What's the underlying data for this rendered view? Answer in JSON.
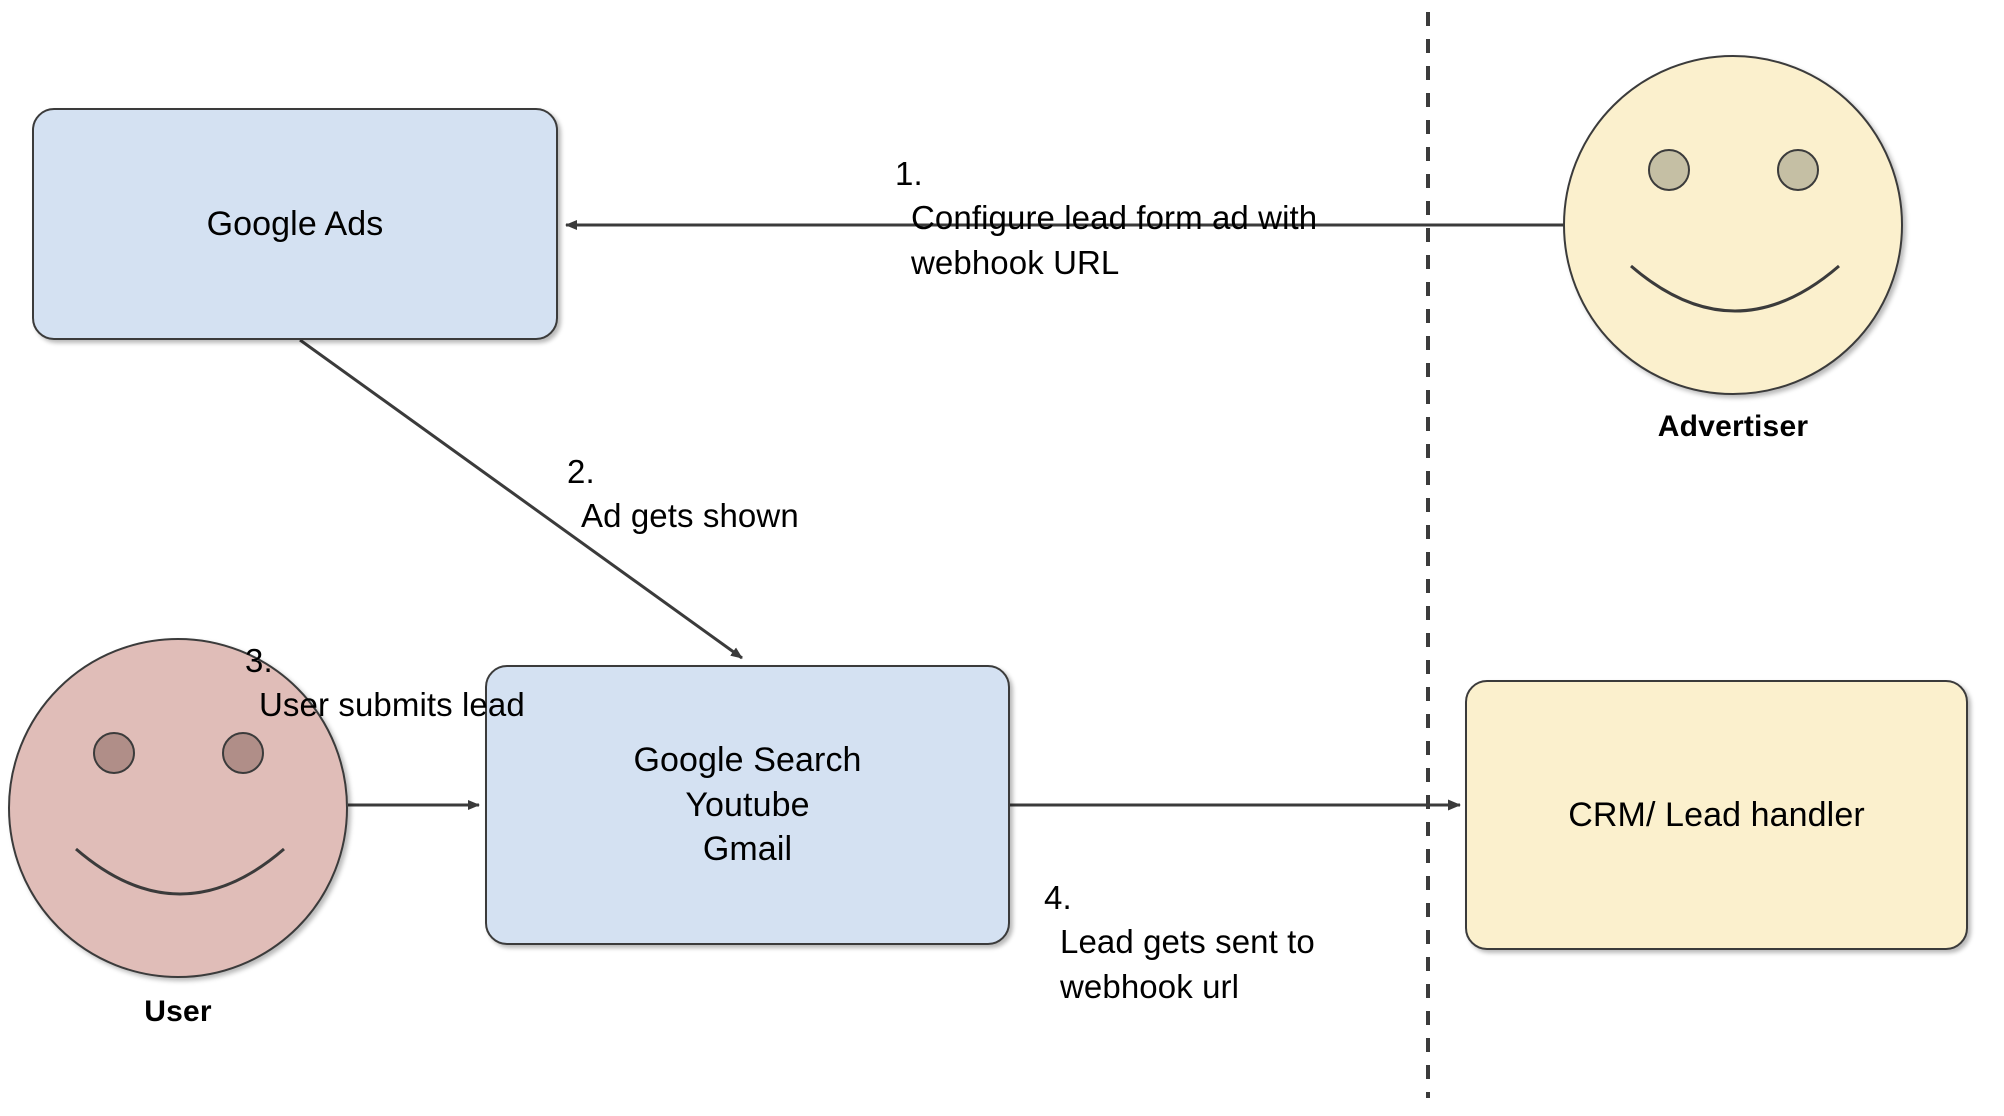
{
  "diagram": {
    "title": "Google Ads lead form webhook flow",
    "colors": {
      "box_blue_fill": "#d4e1f2",
      "box_cream_fill": "#fbf0cd",
      "face_user_fill": "#e0bdb8",
      "face_user_eye": "#b08e88",
      "face_advertiser_fill": "#fbf0cd",
      "face_advertiser_eye": "#c5bfa4",
      "stroke": "#3b3b3b",
      "text": "#000000",
      "background": "#ffffff"
    }
  },
  "nodes": {
    "google_ads": {
      "label": "Google Ads"
    },
    "google_surfaces": {
      "label": "Google Search\nYoutube\nGmail"
    },
    "crm": {
      "label": "CRM/ Lead handler"
    },
    "advertiser": {
      "name": "Advertiser"
    },
    "user": {
      "name": "User"
    }
  },
  "steps": [
    {
      "number": "1.",
      "text": "Configure lead form ad with\nwebhook URL"
    },
    {
      "number": "2.",
      "text": "Ad gets shown"
    },
    {
      "number": "3.",
      "text": "User submits lead"
    },
    {
      "number": "4.",
      "text": "Lead gets sent to\nwebhook url"
    }
  ],
  "divider": {
    "style": "dashed",
    "orientation": "vertical"
  }
}
